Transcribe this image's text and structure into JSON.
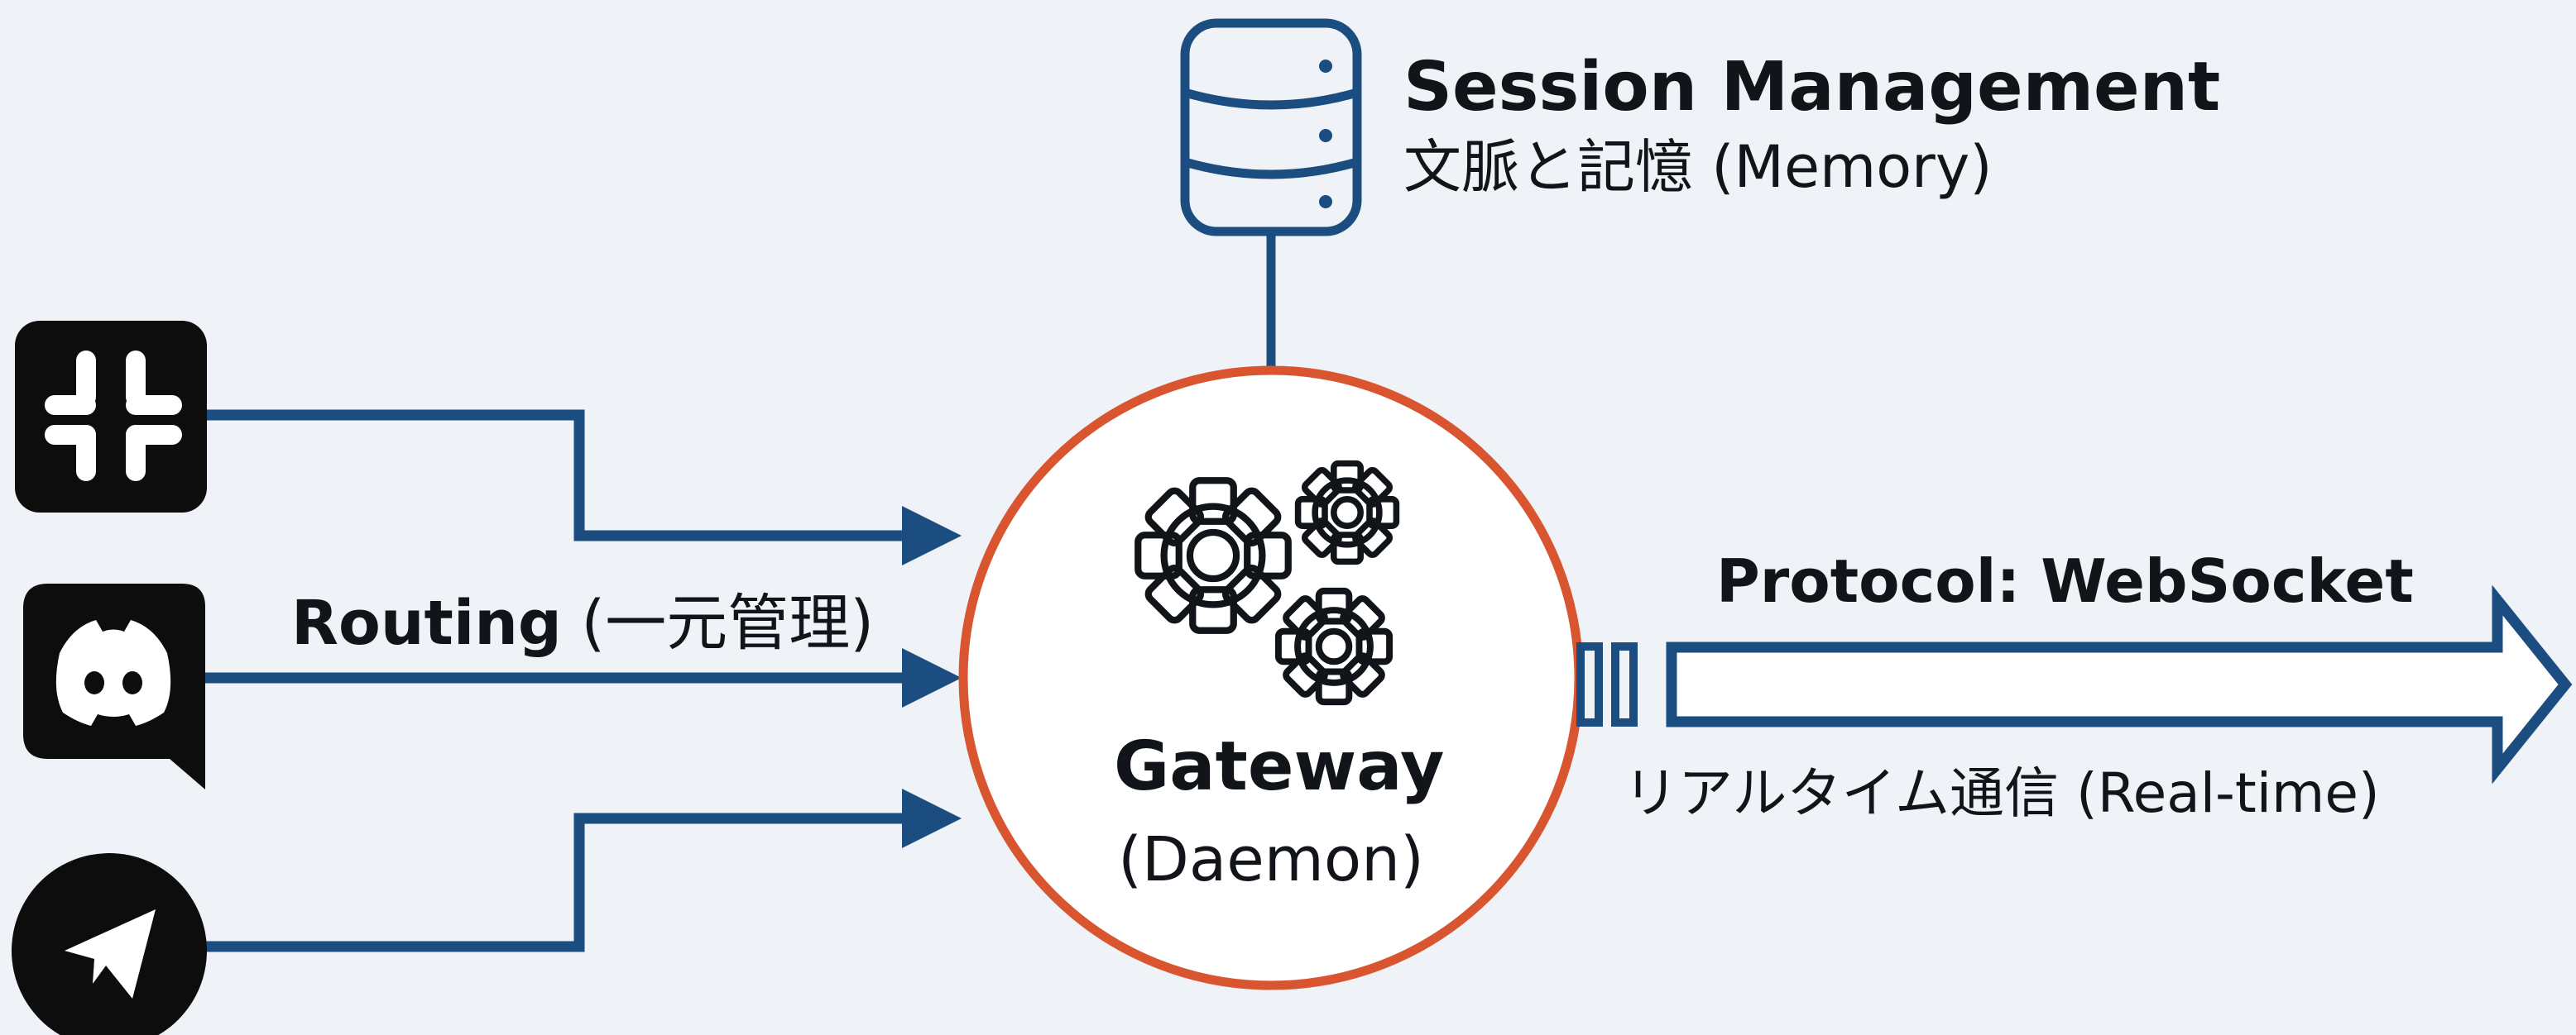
{
  "session": {
    "title": "Session Management",
    "subtitle": "文脈と記憶 (Memory)"
  },
  "routing": {
    "label_en": "Routing",
    "label_jp": " (一元管理)"
  },
  "gateway": {
    "title": "Gateway",
    "subtitle": "(Daemon)"
  },
  "protocol": {
    "title": "Protocol: WebSocket",
    "subtitle": "リアルタイム通信 (Real-time)"
  },
  "sources": [
    {
      "name": "Slack",
      "icon": "slack-icon"
    },
    {
      "name": "Discord",
      "icon": "discord-icon"
    },
    {
      "name": "Telegram",
      "icon": "telegram-icon"
    }
  ],
  "colors": {
    "background": "#eff2f6",
    "line": "#1c4d80",
    "gateway_ring": "#d9552f",
    "icon_bg": "#0d0d0d",
    "text": "#111418"
  }
}
